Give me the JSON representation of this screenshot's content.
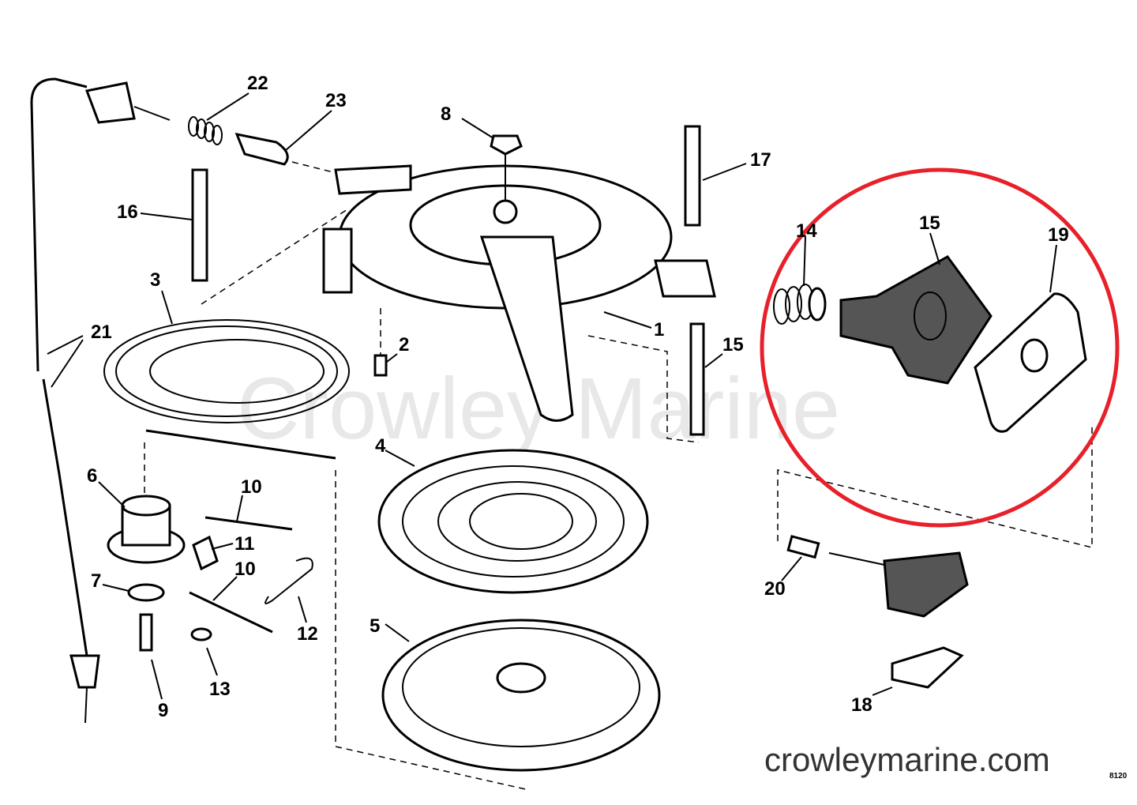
{
  "watermark": "Crowley Marine",
  "website": "crowleymarine.com",
  "figure_code": "8120",
  "highlight_color": "#e8202a",
  "callouts": {
    "c1": "1",
    "c2": "2",
    "c3": "3",
    "c4": "4",
    "c5": "5",
    "c6": "6",
    "c7": "7",
    "c8": "8",
    "c9": "9",
    "c10a": "10",
    "c10b": "10",
    "c11": "11",
    "c12": "12",
    "c13": "13",
    "c14": "14",
    "c15a": "15",
    "c15b": "15",
    "c16": "16",
    "c17": "17",
    "c18": "18",
    "c19": "19",
    "c20": "20",
    "c21": "21",
    "c22": "22",
    "c23": "23"
  }
}
